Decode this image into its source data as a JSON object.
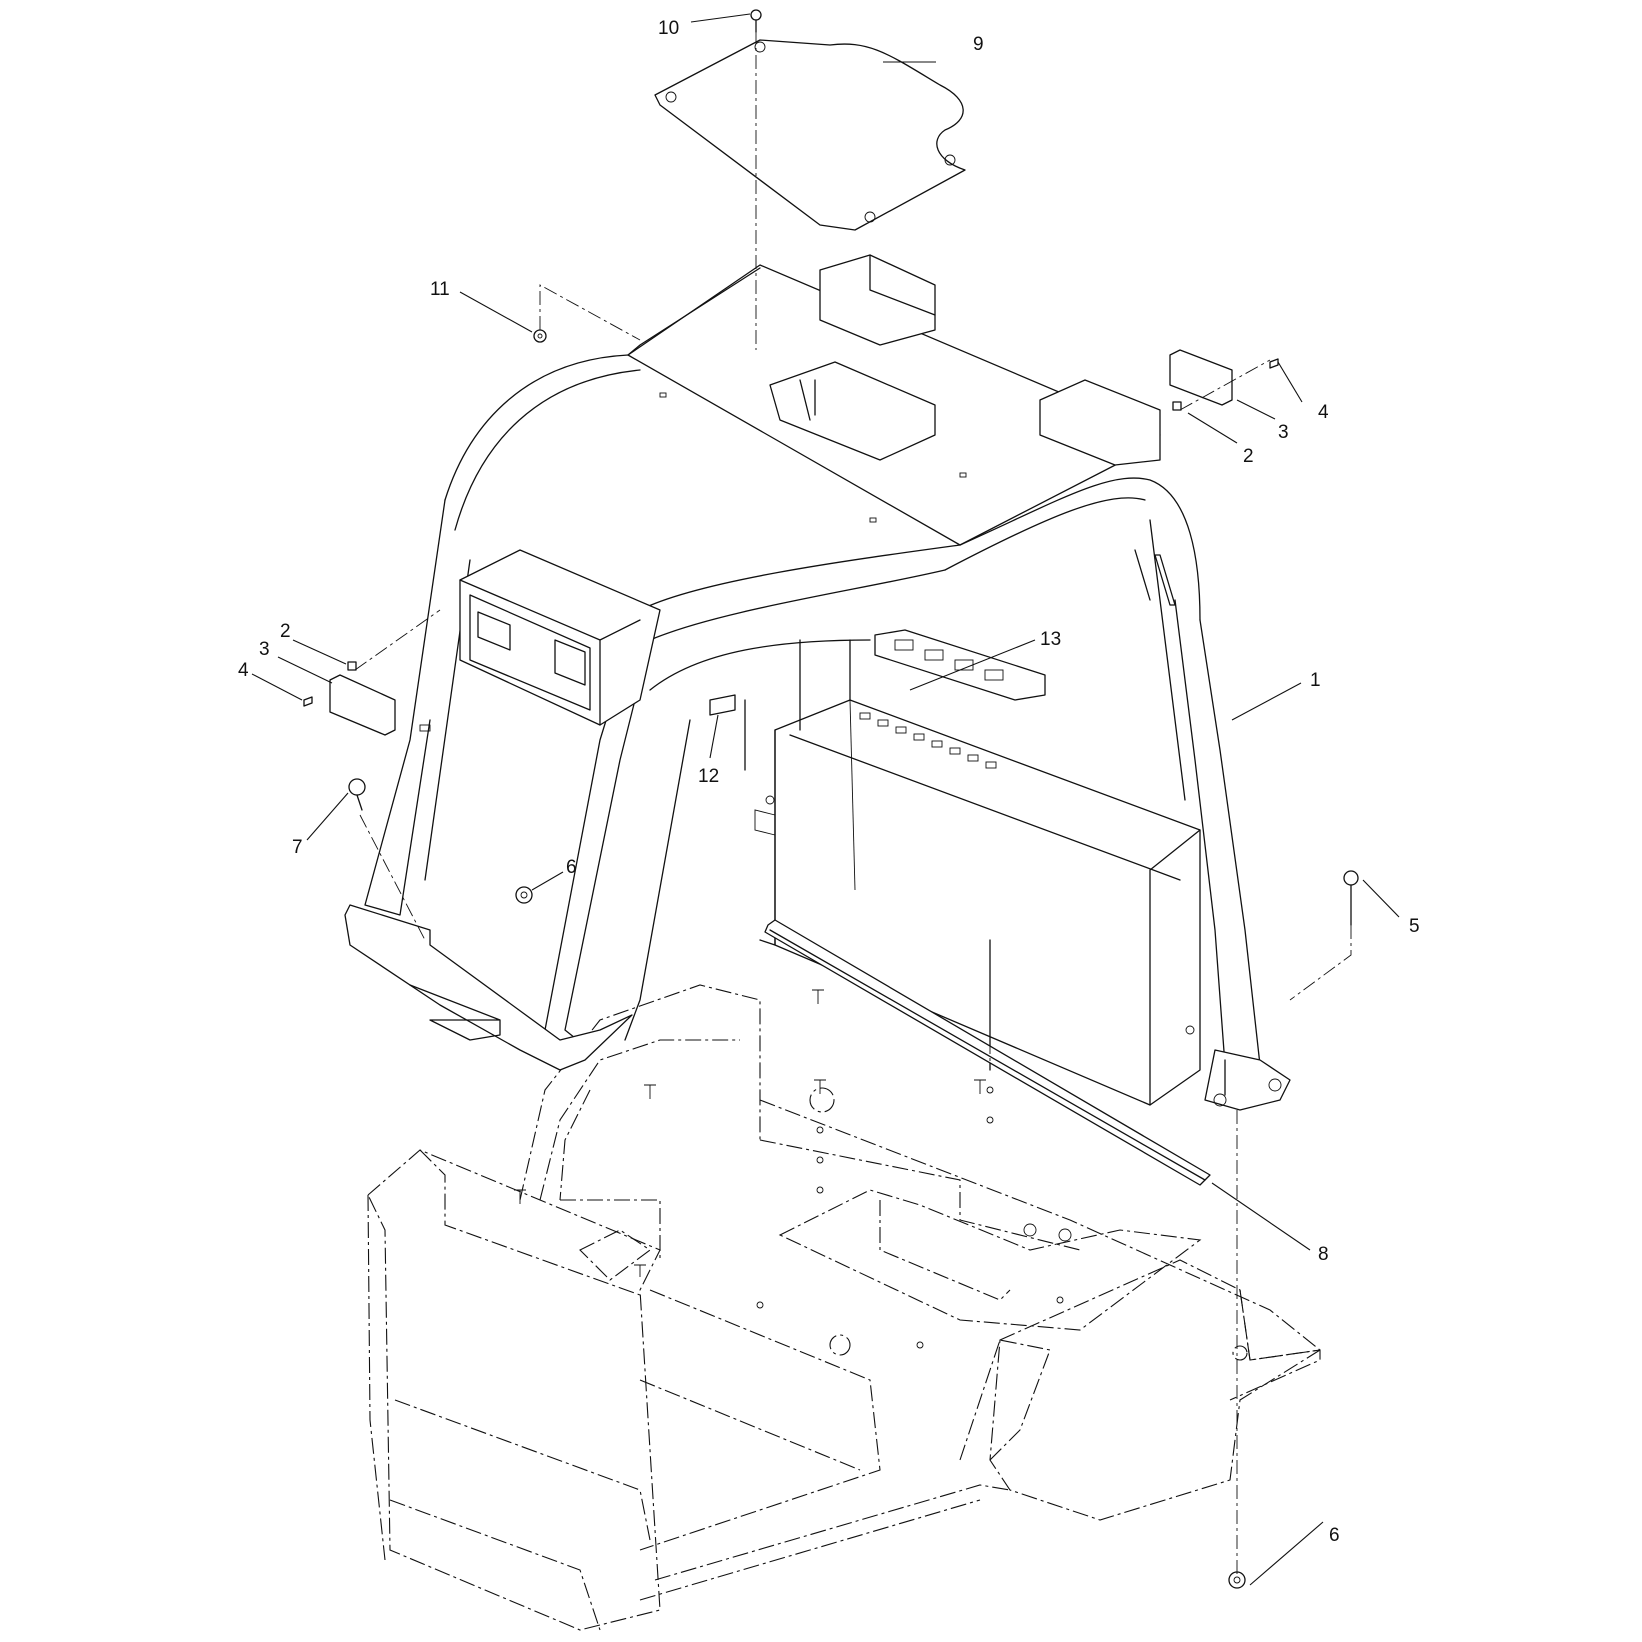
{
  "callouts": [
    {
      "id": "c1",
      "label": "1"
    },
    {
      "id": "c2a",
      "label": "2"
    },
    {
      "id": "c2b",
      "label": "2"
    },
    {
      "id": "c3a",
      "label": "3"
    },
    {
      "id": "c3b",
      "label": "3"
    },
    {
      "id": "c4a",
      "label": "4"
    },
    {
      "id": "c4b",
      "label": "4"
    },
    {
      "id": "c5",
      "label": "5"
    },
    {
      "id": "c6a",
      "label": "6"
    },
    {
      "id": "c6b",
      "label": "6"
    },
    {
      "id": "c7",
      "label": "7"
    },
    {
      "id": "c8",
      "label": "8"
    },
    {
      "id": "c9",
      "label": "9"
    },
    {
      "id": "c10",
      "label": "10"
    },
    {
      "id": "c11",
      "label": "11"
    },
    {
      "id": "c12",
      "label": "12"
    },
    {
      "id": "c13",
      "label": "13"
    }
  ]
}
